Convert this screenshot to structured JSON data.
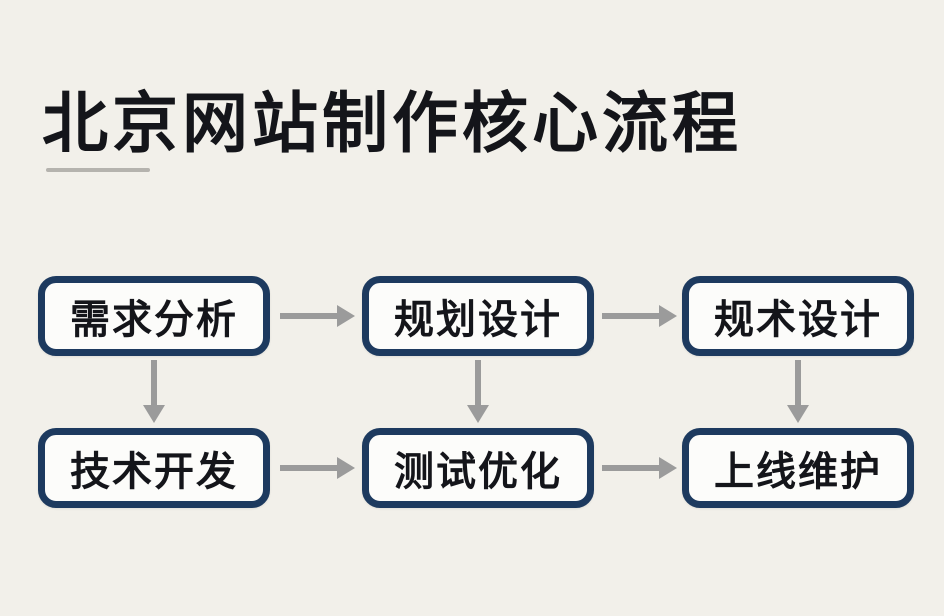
{
  "title": "北京网站制作核心流程",
  "colors": {
    "bg": "#f2f0ea",
    "navy": "#1d3a5f",
    "arrow": "#9b9b9b",
    "text": "#14151a",
    "box-bg": "#fcfcfa",
    "underline": "#b5b3ae"
  },
  "flow": {
    "nodes": [
      {
        "id": "requirements-analysis",
        "label": "需求分析"
      },
      {
        "id": "planning-design",
        "label": "规划设计"
      },
      {
        "id": "technical-design",
        "label": "规术设计"
      },
      {
        "id": "technical-development",
        "label": "技术开发"
      },
      {
        "id": "testing-optimization",
        "label": "测试优化"
      },
      {
        "id": "launch-maintenance",
        "label": "上线维护"
      }
    ],
    "connections": [
      {
        "from": "requirements-analysis",
        "to": "planning-design",
        "direction": "right"
      },
      {
        "from": "planning-design",
        "to": "technical-design",
        "direction": "right"
      },
      {
        "from": "requirements-analysis",
        "to": "technical-development",
        "direction": "down"
      },
      {
        "from": "planning-design",
        "to": "testing-optimization",
        "direction": "down"
      },
      {
        "from": "technical-design",
        "to": "launch-maintenance",
        "direction": "down"
      },
      {
        "from": "technical-development",
        "to": "testing-optimization",
        "direction": "right"
      },
      {
        "from": "testing-optimization",
        "to": "launch-maintenance",
        "direction": "right"
      }
    ]
  }
}
